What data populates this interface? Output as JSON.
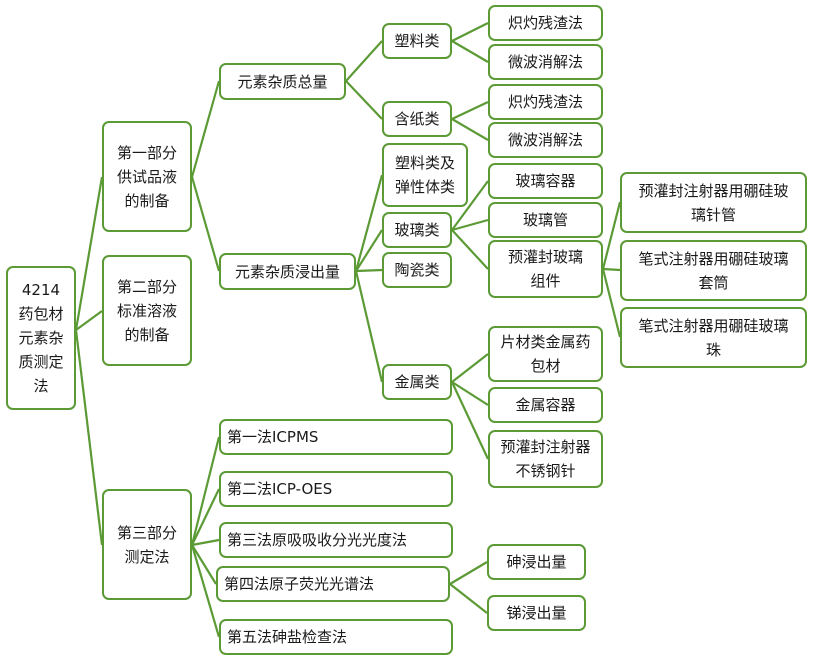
{
  "diagram": {
    "line_color": "#5b9a35",
    "root": {
      "label": "4214\n药包材\n元素杂\n质测定\n法"
    },
    "level1": {
      "part1": {
        "label": "第一部分\n供试品液\n的制备"
      },
      "part2": {
        "label": "第二部分\n标准溶液\n的制备"
      },
      "part3": {
        "label": "第三部分\n测定法"
      }
    },
    "part1": {
      "total": {
        "label": "元素杂质总量"
      },
      "leach": {
        "label": "元素杂质浸出量"
      },
      "plastic": {
        "label": "塑料类"
      },
      "plastic_ash": {
        "label": "炽灼残渣法"
      },
      "plastic_mw": {
        "label": "微波消解法"
      },
      "paper": {
        "label": "含纸类"
      },
      "paper_ash": {
        "label": "炽灼残渣法"
      },
      "paper_mw": {
        "label": "微波消解法"
      },
      "plastic_elastomer": {
        "label": "塑料类及\n弹性体类"
      },
      "glass": {
        "label": "玻璃类"
      },
      "glass_container": {
        "label": "玻璃容器"
      },
      "glass_tube": {
        "label": "玻璃管"
      },
      "glass_prefill": {
        "label": "预灌封玻璃\n组件"
      },
      "prefill_needle": {
        "label": "预灌封注射器用硼硅玻\n璃针管"
      },
      "pen_cartridge": {
        "label": "笔式注射器用硼硅玻璃\n套筒"
      },
      "pen_bead": {
        "label": "笔式注射器用硼硅玻璃\n珠"
      },
      "ceramic": {
        "label": "陶瓷类"
      },
      "metal": {
        "label": "金属类"
      },
      "metal_sheet": {
        "label": "片材类金属药\n包材"
      },
      "metal_container": {
        "label": "金属容器"
      },
      "metal_needle": {
        "label": "预灌封注射器\n不锈钢针"
      }
    },
    "part3": {
      "m1": {
        "label": "第一法ICPMS"
      },
      "m2": {
        "label": "第二法ICP-OES"
      },
      "m3": {
        "label": "第三法原吸吸收分光光度法"
      },
      "m4": {
        "label": "第四法原子荧光光谱法"
      },
      "m5": {
        "label": "第五法砷盐检查法"
      },
      "m4_as": {
        "label": "砷浸出量"
      },
      "m4_sb": {
        "label": "锑浸出量"
      }
    }
  }
}
